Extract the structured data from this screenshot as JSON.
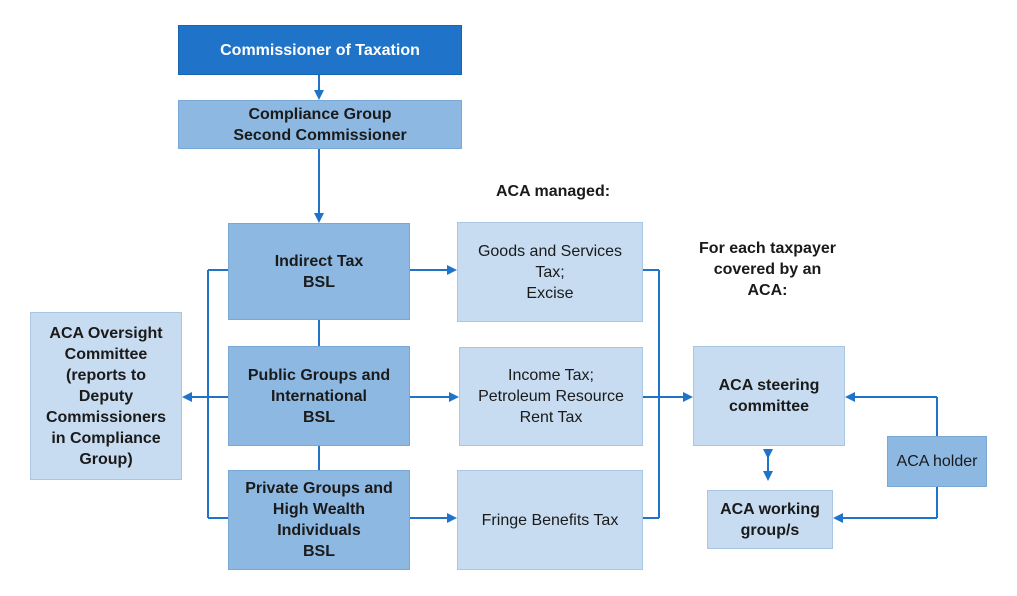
{
  "nodes": {
    "commissioner": "Commissioner of Taxation",
    "compliance_group": "Compliance Group\nSecond Commissioner",
    "indirect_tax": "Indirect Tax\nBSL",
    "public_groups": "Public Groups and\nInternational\nBSL",
    "private_groups": "Private Groups and\nHigh Wealth\nIndividuals\nBSL",
    "oversight": "ACA Oversight\nCommittee\n(reports to\nDeputy\nCommissioners\nin Compliance\nGroup)",
    "gst_excise": "Goods and Services\nTax;\nExcise",
    "income_tax": "Income Tax;\nPetroleum Resource\nRent Tax",
    "fbt": "Fringe Benefits Tax",
    "steering": "ACA steering\ncommittee",
    "working_group": "ACA working\ngroup/s",
    "aca_holder": "ACA holder"
  },
  "labels": {
    "aca_managed": "ACA managed:",
    "for_each": "For each taxpayer\ncovered by an\nACA:"
  },
  "colors": {
    "dark": "#1f74c9",
    "mid": "#8db8e2",
    "light": "#c7dcf1",
    "arrow": "#1f74c9"
  }
}
